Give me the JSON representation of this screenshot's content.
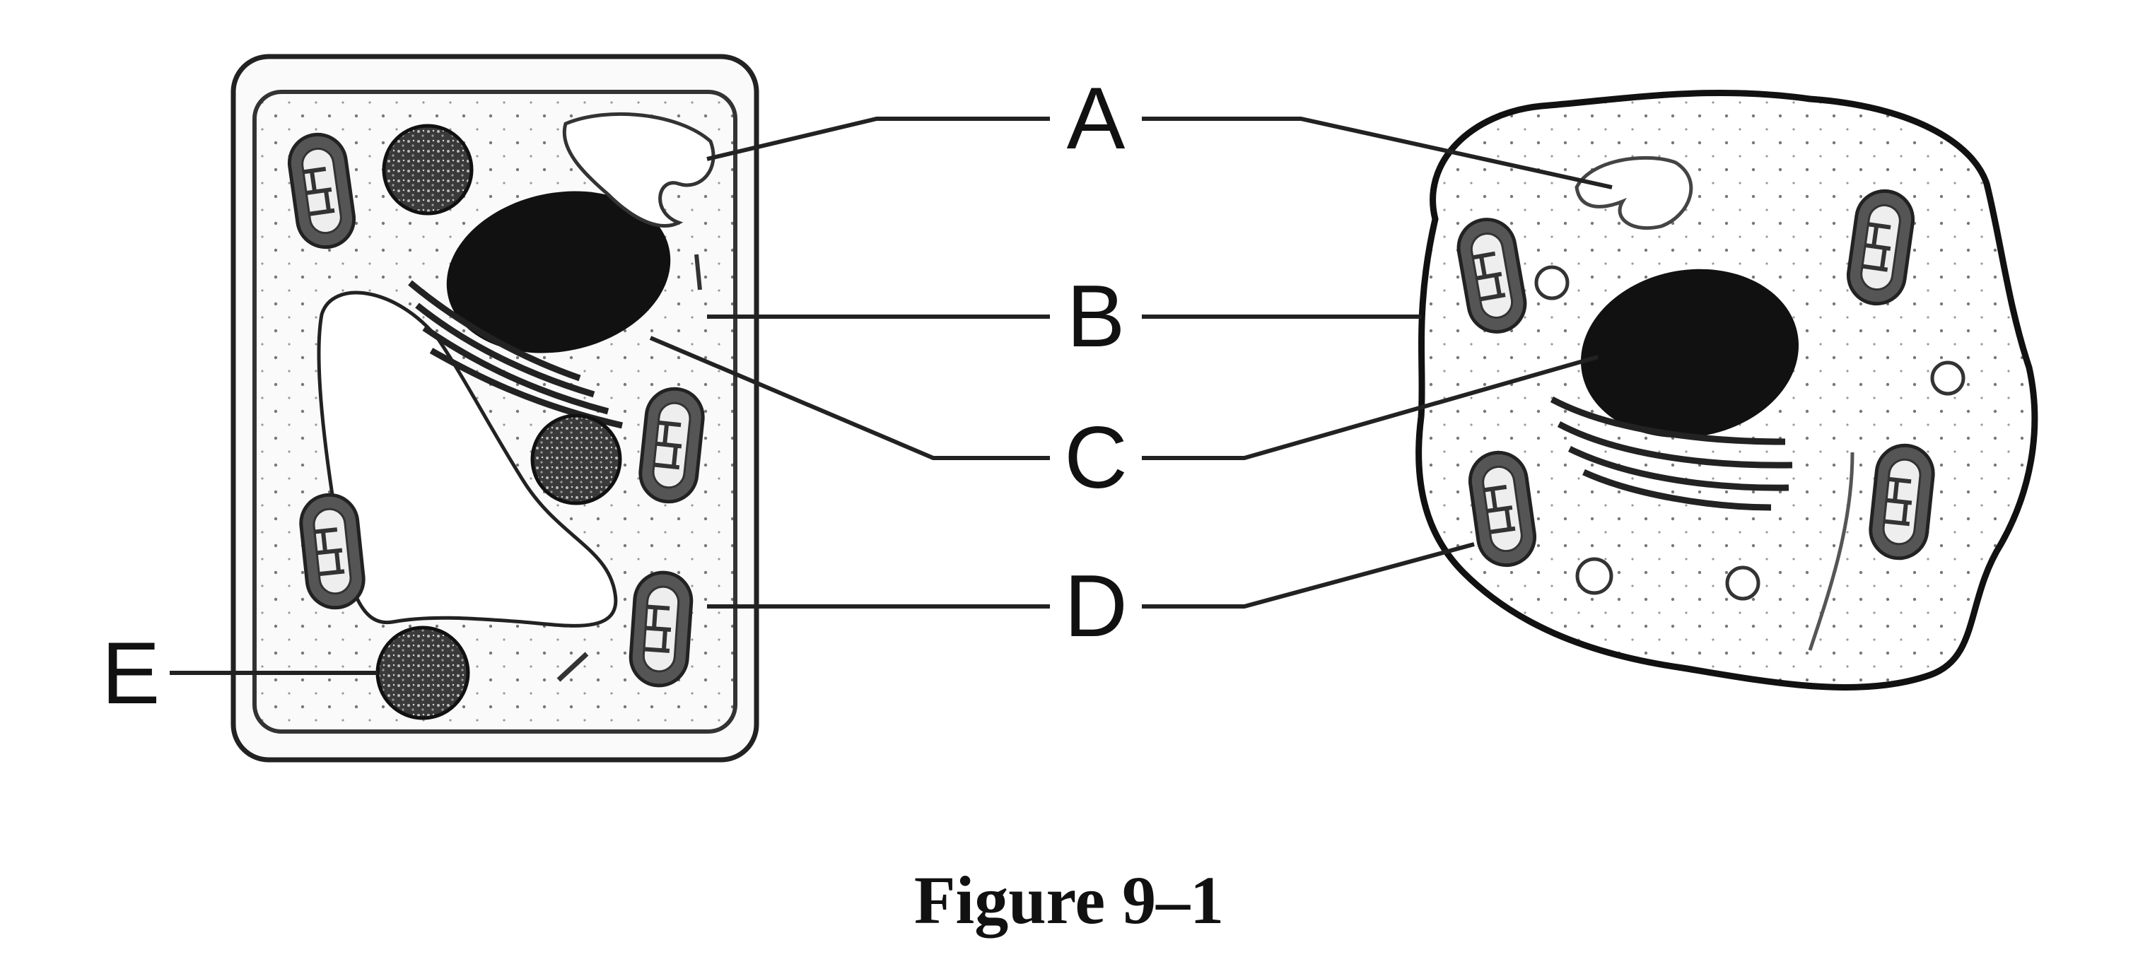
{
  "labels": {
    "a": "A",
    "b": "B",
    "c": "C",
    "d": "D",
    "e": "E"
  },
  "caption": "Figure 9–1"
}
